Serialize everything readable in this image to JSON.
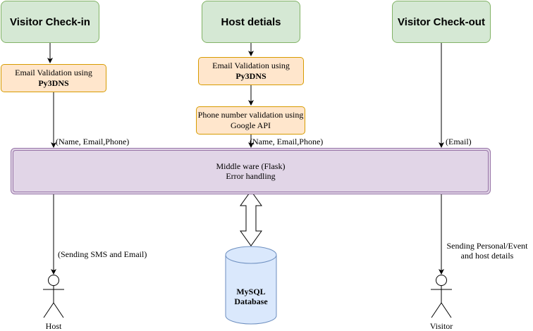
{
  "top_boxes": {
    "checkin": "Visitor Check-in",
    "host": "Host detials",
    "checkout": "Visitor Check-out"
  },
  "validation": {
    "email_left_line1": "Email Validation using",
    "email_left_line2": "Py3DNS",
    "email_mid_line1": "Email Validation using",
    "email_mid_line2": "Py3DNS",
    "phone_line1": "Phone number validation using",
    "phone_line2": "Google API"
  },
  "edge_labels": {
    "left_fields": "(Name, Email,Phone)",
    "mid_fields": "(Name, Email,Phone)",
    "right_fields": "(Email)",
    "sending_sms": "(Sending SMS and Email)",
    "sending_personal_line1": "Sending Personal/Event",
    "sending_personal_line2": "and host details"
  },
  "middleware": {
    "line1": "Middle ware (Flask)",
    "line2": "Error handling"
  },
  "database": {
    "line1": "MySQL",
    "line2": "Database"
  },
  "actors": {
    "host": "Host",
    "visitor": "Visitor"
  },
  "colors": {
    "green_fill": "#d5e8d4",
    "green_stroke": "#82b366",
    "orange_fill": "#ffe6cc",
    "orange_stroke": "#d79b00",
    "purple_fill": "#e1d5e7",
    "purple_stroke": "#9673a6",
    "db_fill": "#dae8fc",
    "db_stroke": "#6c8ebf"
  }
}
